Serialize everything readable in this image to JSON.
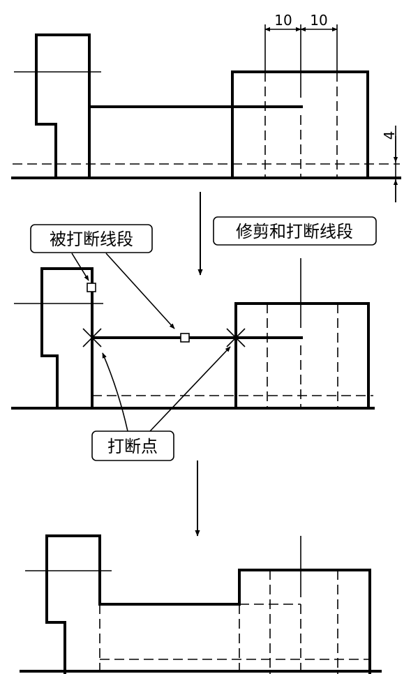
{
  "dimensions": {
    "dim_left": "10",
    "dim_right": "10",
    "dim_vertical": "4"
  },
  "labels": {
    "step_label": "修剪和打断线段",
    "broken_segment_label": "被打断线段",
    "break_point_label": "打断点"
  }
}
